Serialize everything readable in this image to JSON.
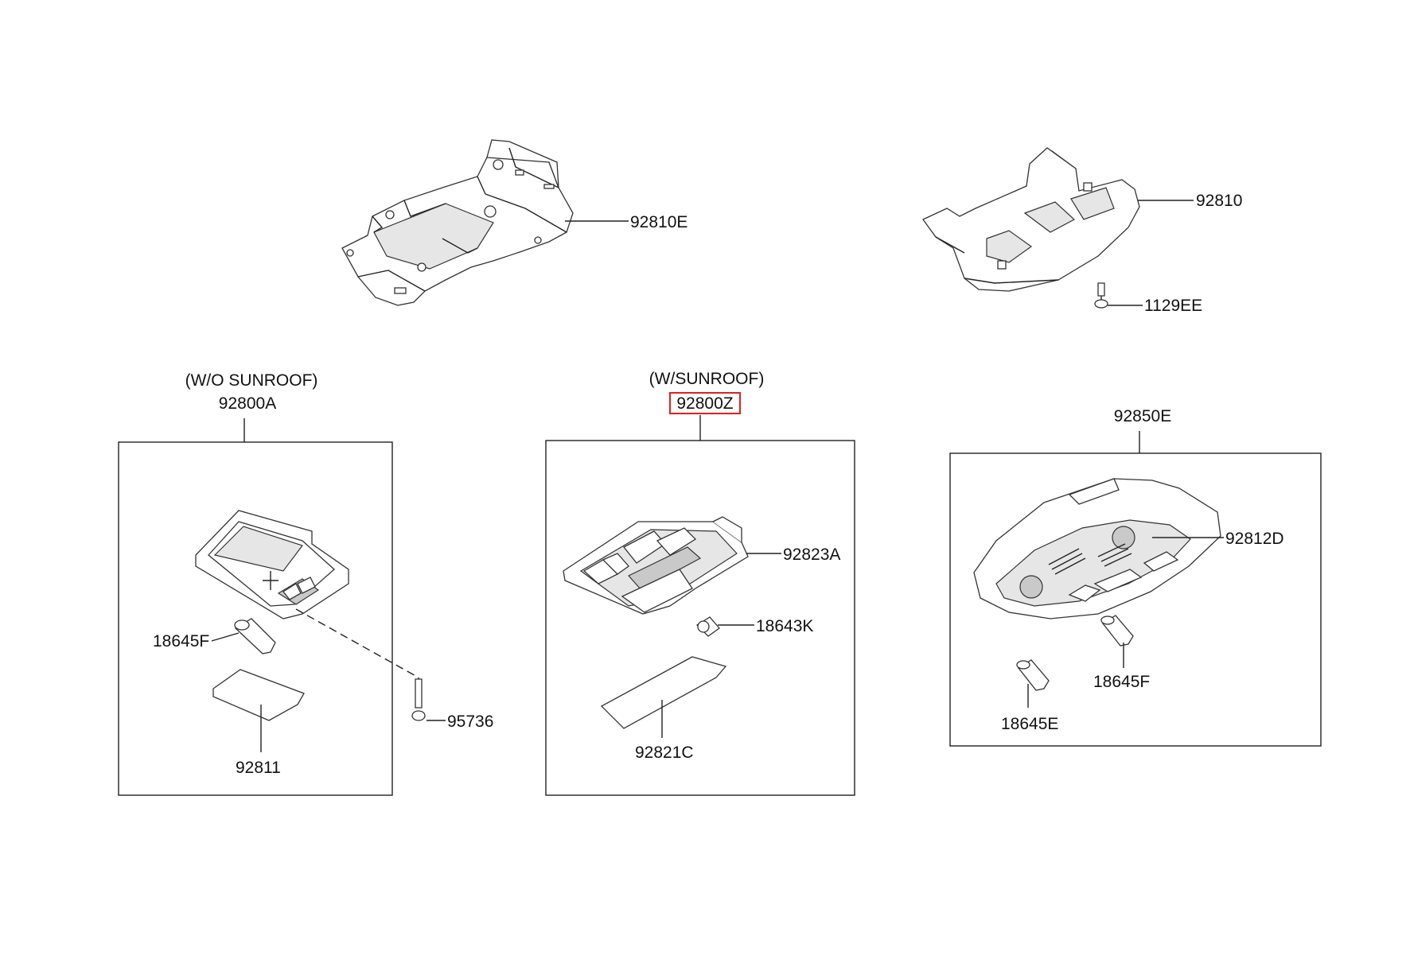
{
  "labels": {
    "p92810E": "92810E",
    "p92810": "92810",
    "p1129EE": "1129EE",
    "wo_sunroof": "(W/O SUNROOF)",
    "p92800A": "92800A",
    "w_sunroof": "(W/SUNROOF)",
    "p92800Z": "92800Z",
    "p92850E": "92850E",
    "p18645F_left": "18645F",
    "p95736": "95736",
    "p92811": "92811",
    "p92823A": "92823A",
    "p18643K": "18643K",
    "p92821C": "92821C",
    "p92812D": "92812D",
    "p18645F_right": "18645F",
    "p18645E": "18645E"
  },
  "highlight": {
    "part": "92800Z",
    "color": "#e02020"
  }
}
